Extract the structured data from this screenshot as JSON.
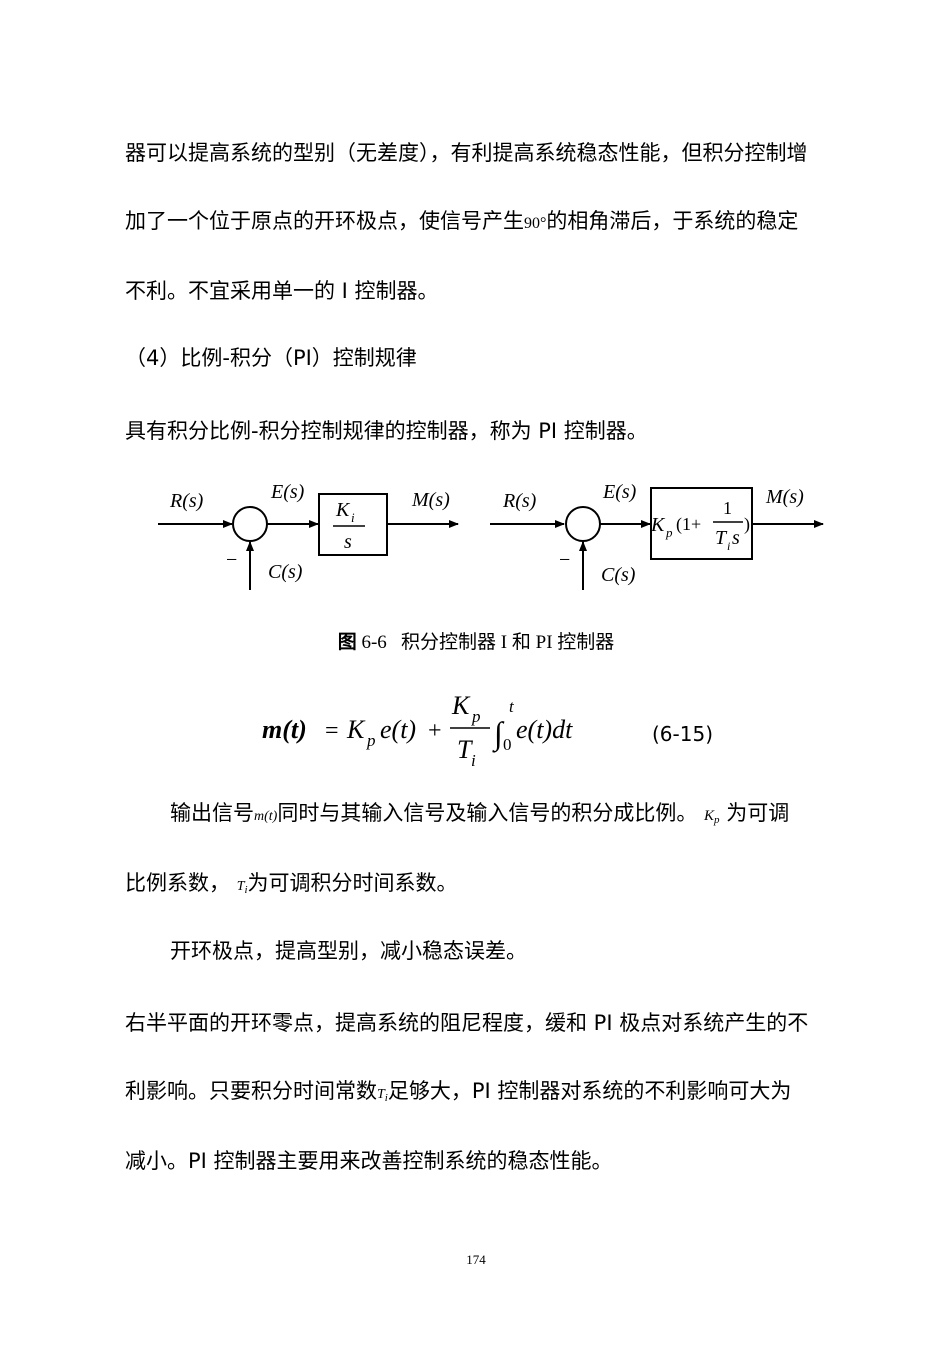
{
  "paragraphs": {
    "p1": "器可以提高系统的型别（无差度），有利提高系统稳态性能，但积分控制增",
    "p2a": "加了一个位于原点的开环极点，使信号产生",
    "p2deg": "90°",
    "p2b": "的相角滞后，于系统的稳定",
    "p3": "不利。不宜采用单一的 I 控制器。",
    "p4": "（4）比例-积分（PI）控制规律",
    "p5": "具有积分比例-积分控制规律的控制器，称为 PI 控制器。",
    "p6a": "输出信号",
    "p6m": "m(t)",
    "p6b": "同时与其输入信号及输入信号的积分成比例。",
    "p6k": "K",
    "p6ksub": "p",
    "p6c": "为可调",
    "p7a": "比例系数，",
    "p7t": "T",
    "p7tsub": "i",
    "p7b": "为可调积分时间系数。",
    "p8": "开环极点，提高型别，减小稳态误差。",
    "p9": "右半平面的开环零点，提高系统的阻尼程度，缓和 PI 极点对系统产生的不",
    "p10a": "利影响。只要积分时间常数",
    "p10t": "T",
    "p10tsub": "i",
    "p10b": "足够大，PI 控制器对系统的不利影响可大为",
    "p11": "减小。PI 控制器主要用来改善控制系统的稳态性能。"
  },
  "diagram": {
    "left": {
      "input": "R(s)",
      "error": "E(s)",
      "output": "M(s)",
      "feedback": "C(s)",
      "minus": "−",
      "block_num": "K",
      "block_num_sub": "i",
      "block_den": "s"
    },
    "right": {
      "input": "R(s)",
      "error": "E(s)",
      "output": "M(s)",
      "feedback": "C(s)",
      "minus": "−",
      "block_k": "K",
      "block_k_sub": "p",
      "block_open": "(1+",
      "block_frac_num": "1",
      "block_frac_den_t": "T",
      "block_frac_den_sub": "i",
      "block_frac_den_s": "s",
      "block_close": ")"
    }
  },
  "caption": {
    "label": "图",
    "number": "6-6",
    "text": "积分控制器 I 和 PI 控制器"
  },
  "equation": {
    "lhs": "m(t)",
    "eq": "=",
    "k": "K",
    "k_sub": "p",
    "e_term": "e(t)",
    "plus": "+",
    "frac_num": "K",
    "frac_num_sub": "p",
    "frac_den": "T",
    "frac_den_sub": "i",
    "integral": "∫",
    "upper": "t",
    "lower": "0",
    "integrand": "e(t)dt",
    "number": "(6-15)"
  },
  "page_number": "174"
}
